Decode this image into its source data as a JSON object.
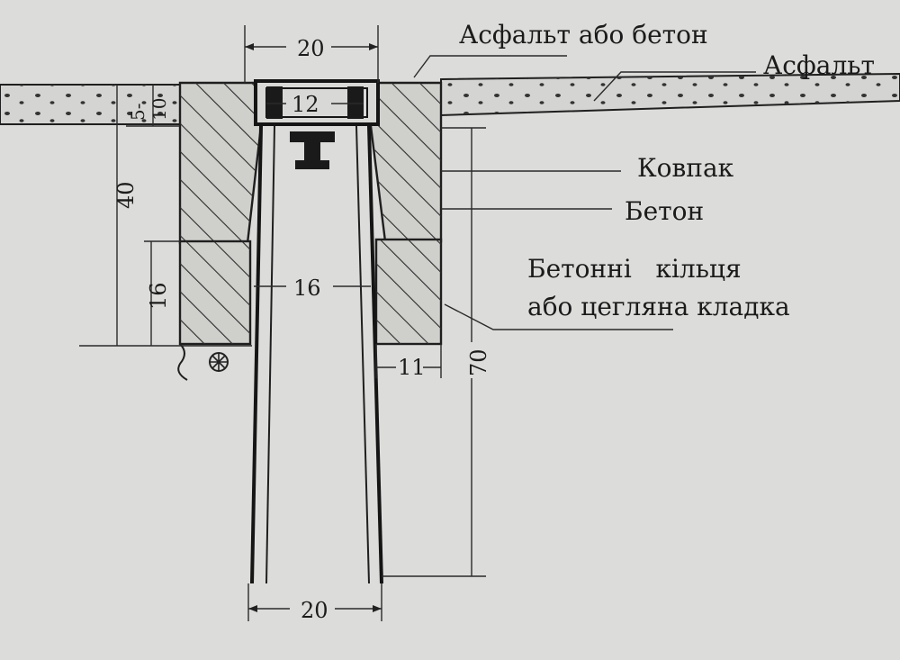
{
  "labels": {
    "asphalt_or_concrete": "Асфальт або бетон",
    "asphalt": "Асфальт",
    "cap": "Ковпак",
    "concrete": "Бетон",
    "rings_line1": "Бетонні   кільця",
    "rings_line2": "або цегляна кладка"
  },
  "dimensions": {
    "top_width": "20",
    "cap_width": "12",
    "layer_thickness_a": "5-",
    "layer_thickness_b": "10",
    "cap_height": "40",
    "ring_height": "16",
    "pipe_width": "16",
    "wall_width": "11",
    "total_depth": "70",
    "bottom_width": "20"
  },
  "colors": {
    "paper": "#dcdcda",
    "ink": "#1f1f1f"
  }
}
